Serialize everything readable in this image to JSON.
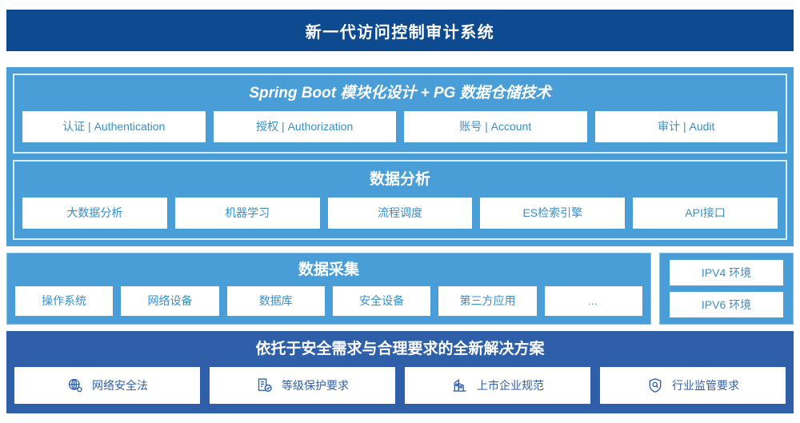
{
  "header": {
    "title": "新一代访问控制审计系统",
    "bg_color": "#0d4a90"
  },
  "platform": {
    "bg_color": "#4a9ed8",
    "groups": [
      {
        "title": "Spring Boot 模块化设计 + PG 数据仓储技术",
        "italic": true,
        "items": [
          {
            "label": "认证 | Authentication"
          },
          {
            "label": "授权 | Authorization"
          },
          {
            "label": "账号 | Account"
          },
          {
            "label": "审计 | Audit"
          }
        ]
      },
      {
        "title": "数据分析",
        "italic": false,
        "items": [
          {
            "label": "大数据分析"
          },
          {
            "label": "机器学习"
          },
          {
            "label": "流程调度"
          },
          {
            "label": "ES检索引擎"
          },
          {
            "label": "API接口"
          }
        ]
      }
    ]
  },
  "collection": {
    "title": "数据采集",
    "bg_color": "#4a9ed8",
    "items": [
      {
        "label": "操作系统"
      },
      {
        "label": "网络设备"
      },
      {
        "label": "数据库"
      },
      {
        "label": "安全设备"
      },
      {
        "label": "第三方应用"
      },
      {
        "label": "…"
      }
    ]
  },
  "environments": {
    "items": [
      {
        "label": "IPV4 环境"
      },
      {
        "label": "IPV6 环境"
      }
    ]
  },
  "compliance": {
    "title": "依托于安全需求与合理要求的全新解决方案",
    "bg_color": "#2e5fa8",
    "items": [
      {
        "label": "网络安全法",
        "icon": "globe-icon"
      },
      {
        "label": "等级保护要求",
        "icon": "document-check-icon"
      },
      {
        "label": "上市企业规范",
        "icon": "building-icon"
      },
      {
        "label": "行业监管要求",
        "icon": "shield-search-icon"
      }
    ]
  }
}
